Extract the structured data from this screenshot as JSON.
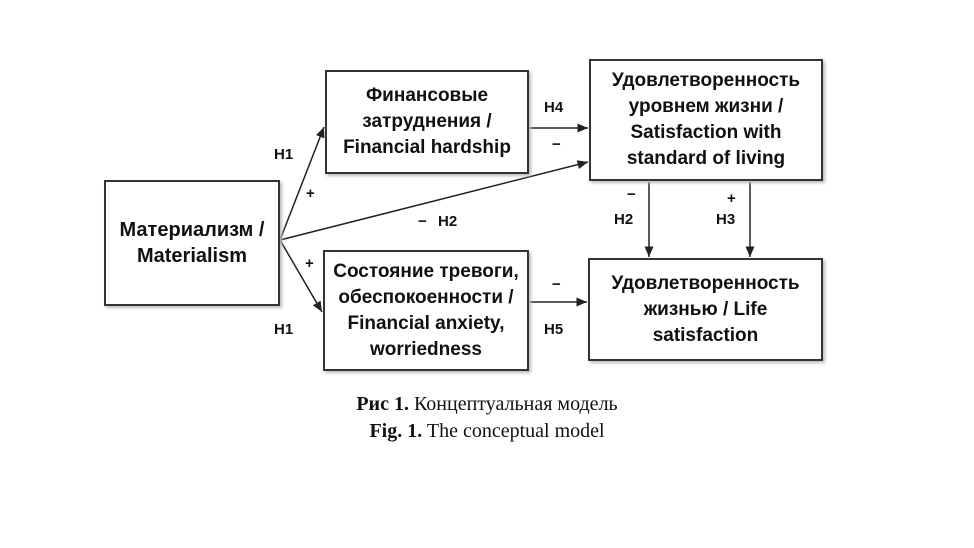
{
  "nodes": {
    "materialism": [
      "Материализм /",
      "Materialism"
    ],
    "hardship": [
      "Финансовые",
      "затруднения /",
      "Financial hardship"
    ],
    "anxiety": [
      "Состояние тревоги,",
      "обеспокоенности /",
      "Financial anxiety,",
      "worriedness"
    ],
    "std_living": [
      "Удовлетворенность",
      "уровнем жизни /",
      "Satisfaction with",
      "standard of living"
    ],
    "life_sat": [
      "Удовлетворенность",
      "жизнью / Life",
      "satisfaction"
    ]
  },
  "edges": {
    "h1_top": {
      "hyp": "H1",
      "sign": "+"
    },
    "h1_bottom": {
      "hyp": "H1",
      "sign": "+"
    },
    "h2_diag": {
      "hyp": "H2",
      "sign": "−"
    },
    "h4": {
      "hyp": "H4",
      "sign": "−"
    },
    "h5": {
      "hyp": "H5",
      "sign": "−"
    },
    "h2_vert": {
      "hyp": "H2",
      "sign": "−"
    },
    "h3_vert": {
      "hyp": "H3",
      "sign": "+"
    }
  },
  "caption": {
    "ru_prefix": "Рис 1.",
    "ru_text": " Концептуальная модель",
    "en_prefix": "Fig. 1.",
    "en_text": " The conceptual model"
  }
}
